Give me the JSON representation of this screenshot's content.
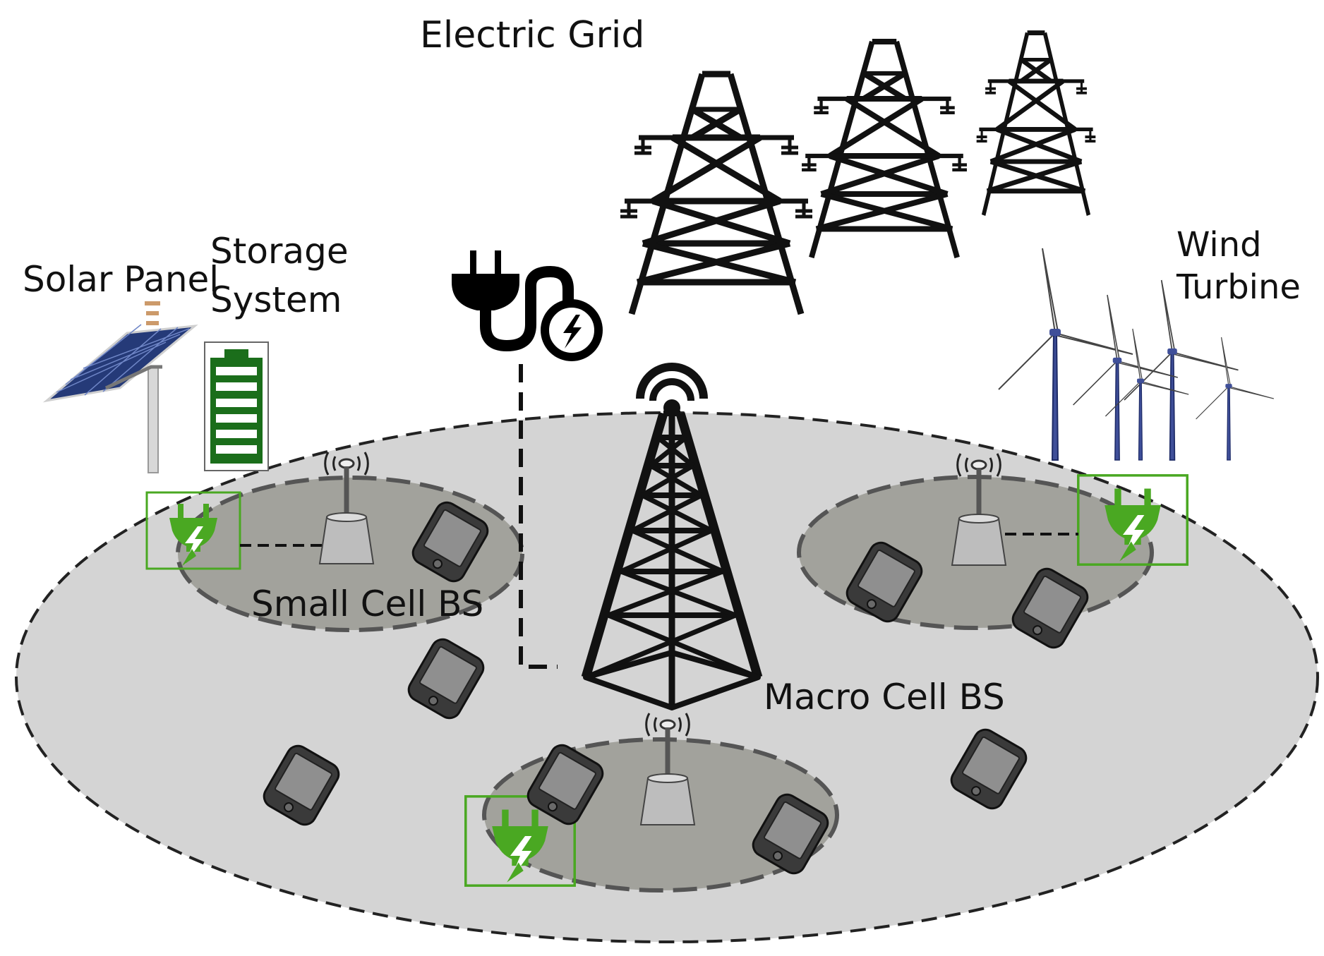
{
  "labels": {
    "electric_grid": "Electric Grid",
    "solar_panel": "Solar Panel",
    "storage_line1": "Storage",
    "storage_line2": "System",
    "wind_line1": "Wind",
    "wind_line2": "Turbine",
    "small_cell": "Small Cell BS",
    "macro_cell": "Macro Cell BS"
  },
  "colors": {
    "macro_area": "#d4d4d4",
    "small_area": "#a2a29c",
    "renewable_green": "#4aa822",
    "battery_green": "#1b6e1b",
    "tower": "#111111",
    "phone_body": "#3a3a3a",
    "phone_screen": "#8c8c8c"
  },
  "icons": {
    "power_plug": "plug-with-bolt-icon",
    "renewable_plug": "green-plug-bolt-icon",
    "phone": "smartphone-icon",
    "small_bs": "small-cell-antenna-icon",
    "macro_bs": "lattice-tower-icon",
    "pylon": "transmission-tower-icon",
    "turbine": "wind-turbine-icon",
    "solar": "solar-panel-icon",
    "battery": "battery-icon"
  }
}
